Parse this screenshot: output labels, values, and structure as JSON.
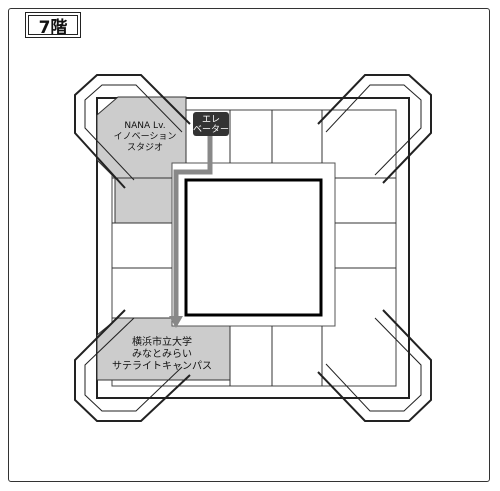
{
  "floor": "7階",
  "labels": {
    "elevator": [
      "エレ",
      "ベーター"
    ],
    "nana": [
      "NANA Lv.",
      "イノベーション",
      "スタジオ"
    ],
    "campus": [
      "横浜市立大学",
      "みなとみらい",
      "サテライトキャンパス"
    ]
  },
  "colors": {
    "highlight": "#cccccc",
    "route": "#888888",
    "elevator_box": "#333333",
    "line": "#222222"
  }
}
